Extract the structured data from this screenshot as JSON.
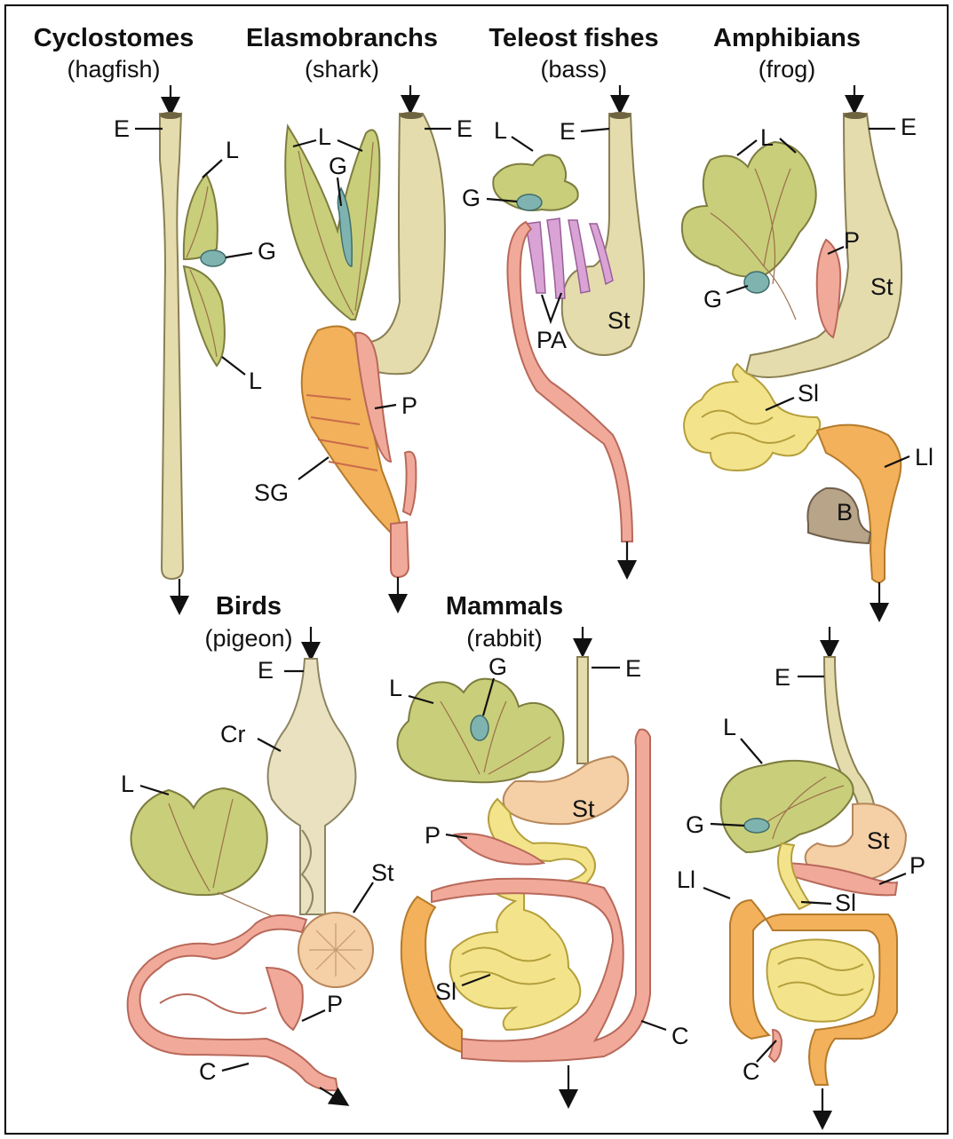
{
  "panels": {
    "cyclostomes": {
      "title": "Cyclostomes",
      "subtitle": "(hagfish)",
      "labels": [
        "E",
        "L",
        "G",
        "L"
      ]
    },
    "elasmobranchs": {
      "title": "Elasmobranchs",
      "subtitle": "(shark)",
      "labels": [
        "L",
        "G",
        "E",
        "P",
        "SG"
      ]
    },
    "teleost": {
      "title": "Teleost fishes",
      "subtitle": "(bass)",
      "labels": [
        "L",
        "E",
        "G",
        "PA",
        "St"
      ]
    },
    "amphibians": {
      "title": "Amphibians",
      "subtitle": "(frog)",
      "labels": [
        "L",
        "E",
        "P",
        "St",
        "G",
        "Sl",
        "Ll",
        "B"
      ]
    },
    "birds": {
      "title": "Birds",
      "subtitle": "(pigeon)",
      "labels": [
        "E",
        "Cr",
        "L",
        "St",
        "P",
        "C"
      ]
    },
    "mammals": {
      "title": "Mammals",
      "subtitle": "(rabbit)",
      "labels": [
        "G",
        "E",
        "L",
        "St",
        "P",
        "Sl",
        "C"
      ]
    },
    "human": {
      "labels": [
        "E",
        "L",
        "G",
        "St",
        "Ll",
        "P",
        "Sl",
        "C"
      ]
    }
  },
  "colors": {
    "esophagus": "#e5dcae",
    "liver": "#c9ce7a",
    "gallbladder": "#7fb3b0",
    "pancreas": "#f0aea0",
    "small_intestine": "#f3e48c",
    "large_intestine": "#f2b15a",
    "stomach": "#f5cfa5",
    "border": "#000000"
  }
}
